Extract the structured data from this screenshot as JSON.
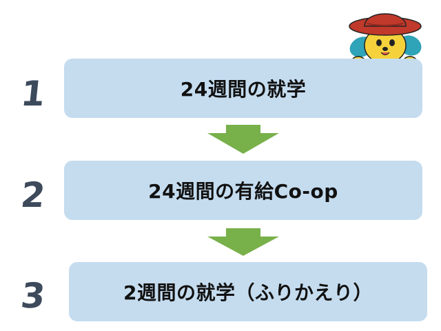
{
  "steps": [
    {
      "number": "1",
      "label": "24週間の就学"
    },
    {
      "number": "2",
      "label": "24週間の有給Co-op"
    },
    {
      "number": "3",
      "label": "2週間の就学（ふりかえり）"
    }
  ],
  "colors": {
    "box_fill": "#c5dcef",
    "arrow_fill": "#78b04a",
    "number_text": "#3d4a5c",
    "label_text": "#111111"
  },
  "icons": {
    "mascot": "cowboy-dog-mascot-icon",
    "arrow": "arrow-down-icon"
  }
}
